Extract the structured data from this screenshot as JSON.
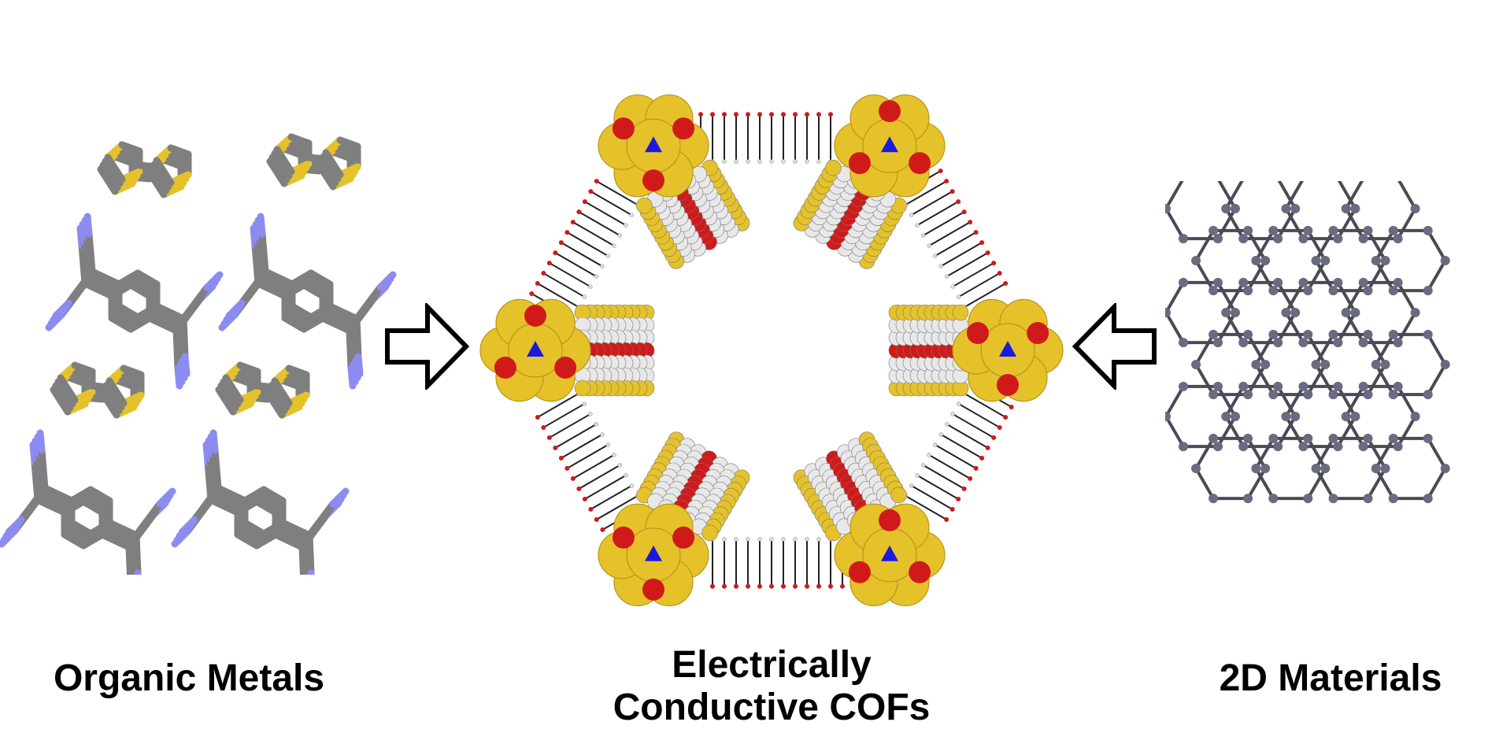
{
  "labels": {
    "left": "Organic Metals",
    "center_line1": "Electrically",
    "center_line2": "Conductive COFs",
    "right": "2D Materials"
  },
  "colors": {
    "carbon": "#7f7f7f",
    "carbon_dark": "#5a5a5a",
    "sulfur": "#e6c22a",
    "nitrogen_cyano": "#8c8cf0",
    "nitrogen": "#1a1adf",
    "oxygen": "#d01a1a",
    "hydrogen": "#e8e8e8",
    "graphene_bond": "#4a4a55",
    "graphene_atom": "#6a6a80",
    "arrow_fill": "#ffffff",
    "arrow_stroke": "#000000"
  },
  "icons": {
    "left_arrow": "hollow-arrow-right-icon",
    "right_arrow": "hollow-arrow-left-icon"
  }
}
